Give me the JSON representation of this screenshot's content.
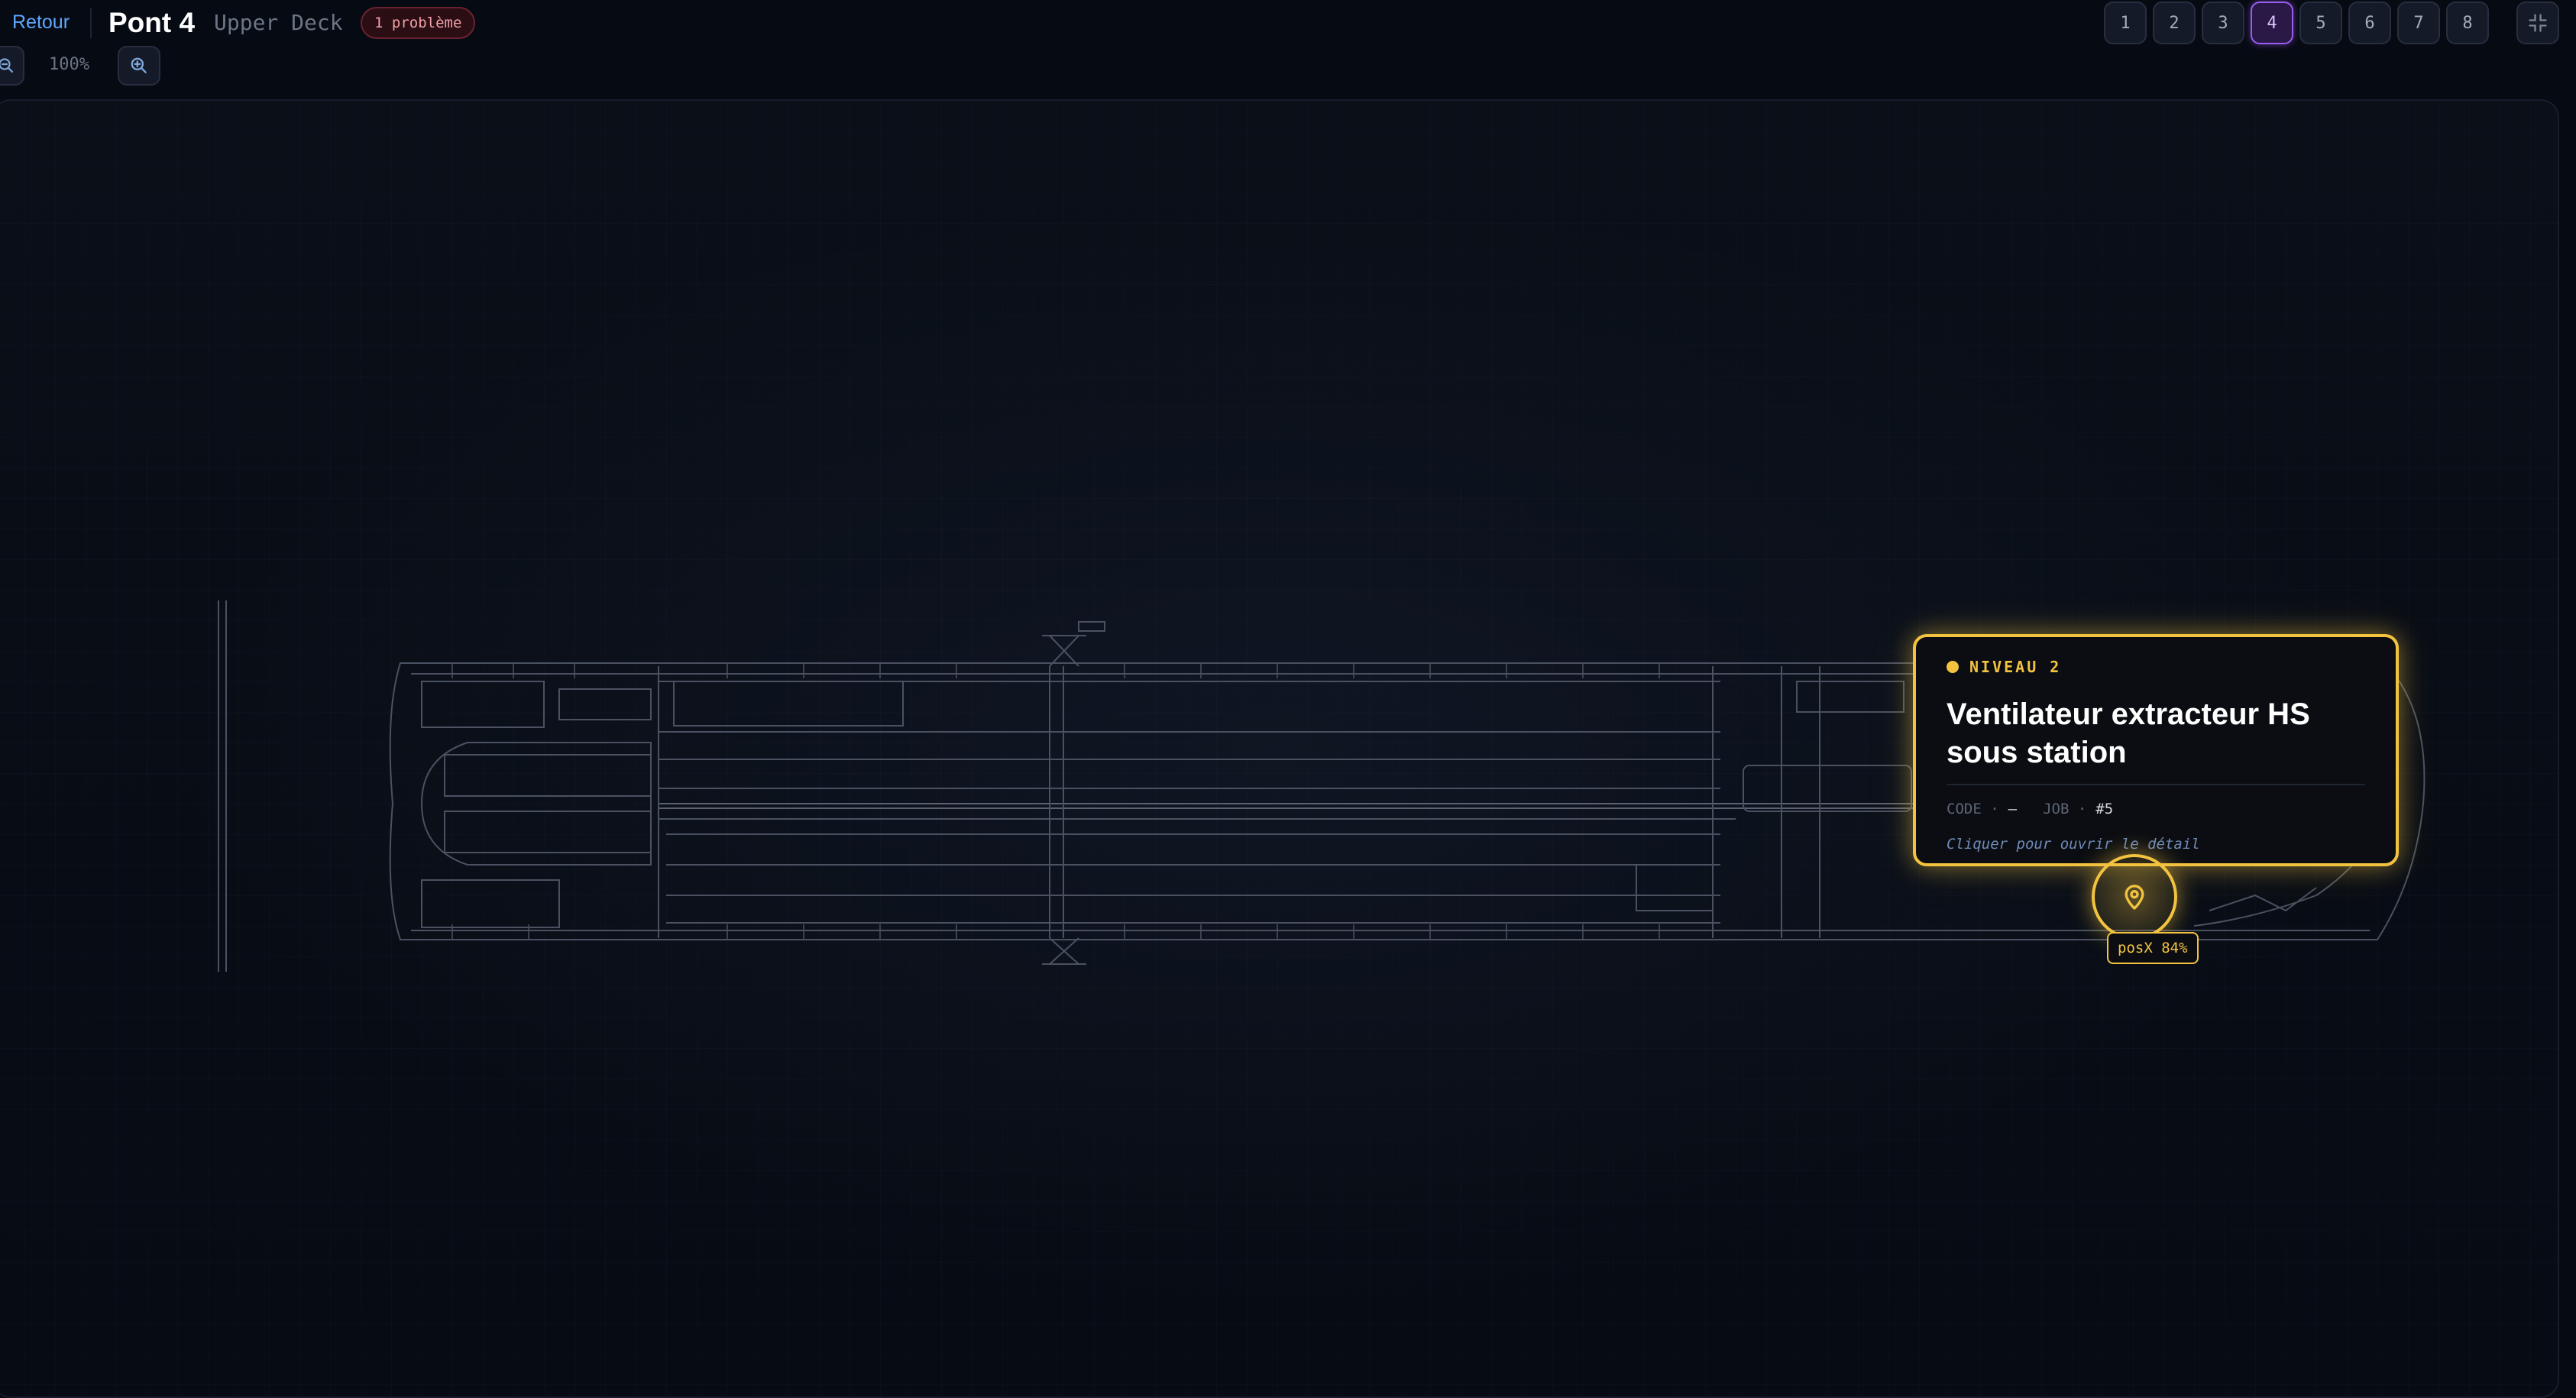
{
  "header": {
    "back_label": "Retour",
    "title": "Pont 4",
    "subtitle": "Upper Deck",
    "problem_badge": "1 problème"
  },
  "deck_selector": {
    "decks": [
      "1",
      "2",
      "3",
      "4",
      "5",
      "6",
      "7",
      "8"
    ],
    "active": "4"
  },
  "zoom": {
    "level": "100%",
    "zoom_out_icon": "zoom-out-icon",
    "zoom_in_icon": "zoom-in-icon"
  },
  "fullscreen": {
    "icon": "exit-fullscreen-icon"
  },
  "issue_card": {
    "level": "NIVEAU 2",
    "title": "Ventilateur extracteur HS sous station",
    "code_label": "CODE ·",
    "code_value": "—",
    "job_label": "JOB ·",
    "job_value": "#5",
    "hint": "Cliquer pour ouvrir le détail",
    "accent_color": "#f3c340"
  },
  "marker": {
    "icon": "map-pin-icon",
    "pos_label": "posX 84%",
    "pos_x_percent": 84
  },
  "colors": {
    "background": "#060a12",
    "link": "#5fa8ff",
    "active_deck": "#9b5cf0",
    "warning": "#f3c340",
    "problem_badge": "#f0a0a8"
  }
}
